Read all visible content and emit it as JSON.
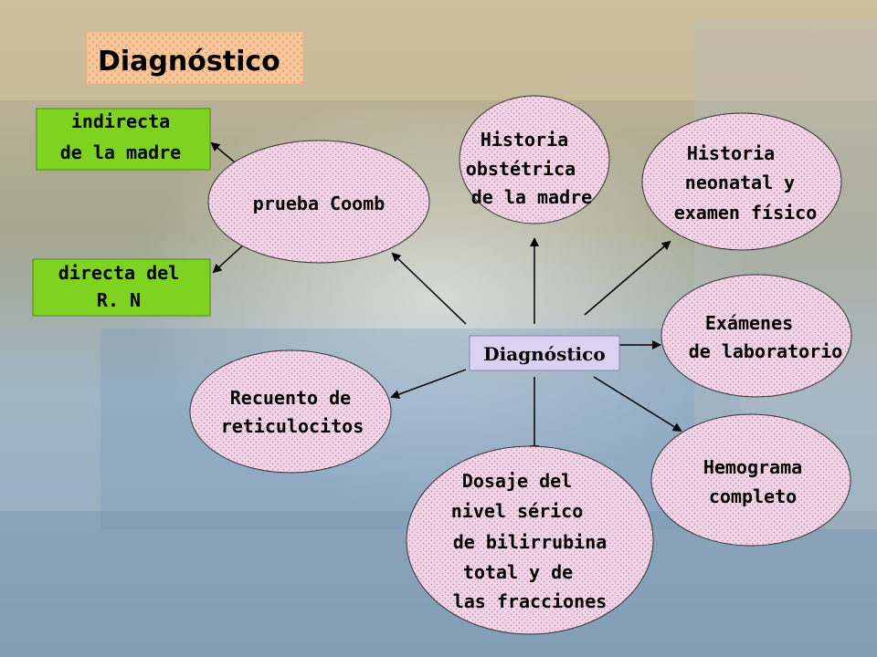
{
  "title": "Diagnóstico",
  "center_label": "Diagnóstico",
  "nodes": {
    "indirecta": [
      "indirecta",
      "de la madre"
    ],
    "directa": [
      "directa del",
      "R. N"
    ],
    "coomb": [
      "prueba Coomb"
    ],
    "historia_obstetrica": [
      "Historia",
      "obstétrica",
      "de la madre"
    ],
    "historia_neonatal": [
      "Historia",
      "neonatal y",
      "examen físico"
    ],
    "examenes": [
      "Exámenes",
      "de laboratorio"
    ],
    "hemograma": [
      "Hemograma",
      "completo"
    ],
    "dosaje": [
      "Dosaje del",
      "nivel sérico",
      "de bilirrubina",
      "total y de",
      "las fracciones"
    ],
    "reticulocitos": [
      "Recuento de",
      "reticulocitos"
    ]
  },
  "colors": {
    "green_box": "#7ED321",
    "ellipse_fill": "#F2D6E8",
    "title_bg": "#F6C79A",
    "center_bg": "#D9D2F0"
  }
}
